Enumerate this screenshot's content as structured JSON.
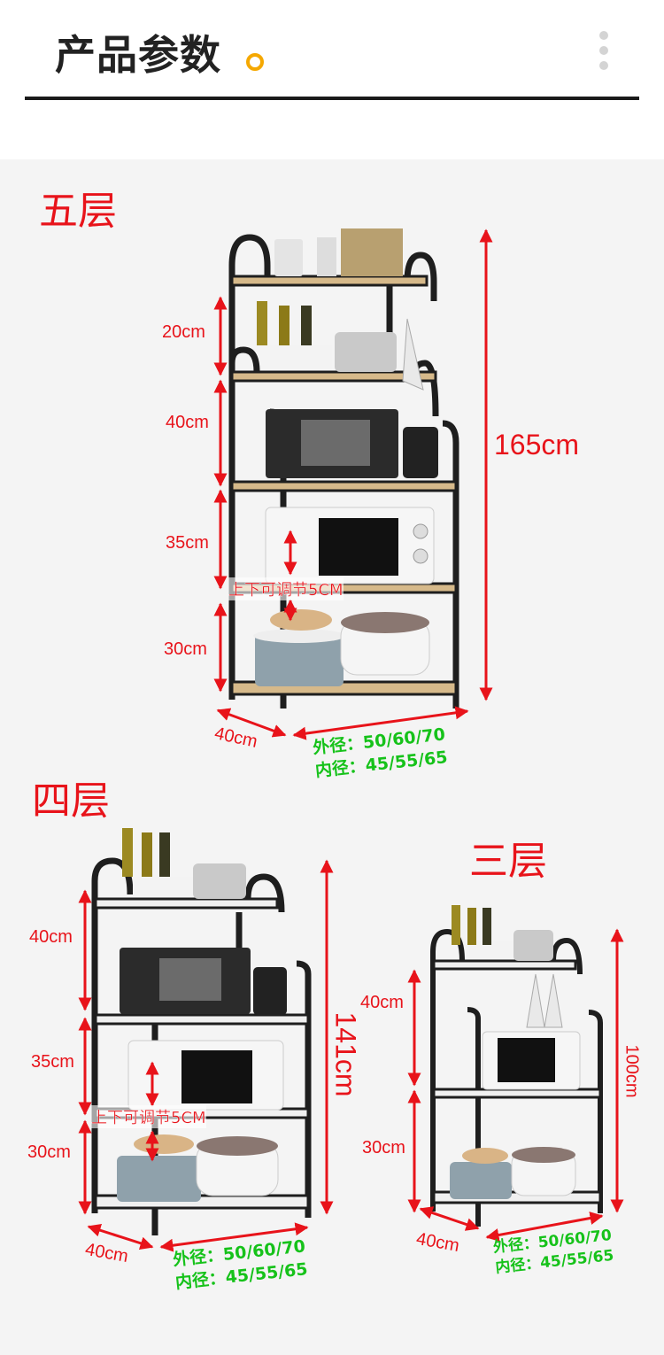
{
  "header": {
    "title": "产品参数",
    "menu_icon": "vertical-dots-icon"
  },
  "colors": {
    "accent": "#f5a800",
    "dimension": "#e8131a",
    "size_text": "#16c21a",
    "background": "#f4f4f4"
  },
  "five_tier": {
    "label": "五层",
    "heights": [
      "20cm",
      "40cm",
      "35cm",
      "30cm"
    ],
    "total_height": "165cm",
    "adjustable_note": "上下可调节5CM",
    "depth": "40cm",
    "outer_width": "外径：50/60/70",
    "inner_width": "内径：45/55/65"
  },
  "four_tier": {
    "label": "四层",
    "heights": [
      "40cm",
      "35cm",
      "30cm"
    ],
    "total_height": "141cm",
    "adjustable_note": "上下可调节5CM",
    "depth": "40cm",
    "outer_width": "外径：50/60/70",
    "inner_width": "内径：45/55/65"
  },
  "three_tier": {
    "label": "三层",
    "heights": [
      "40cm",
      "30cm"
    ],
    "total_height": "100cm",
    "depth": "40cm",
    "outer_width": "外径：50/60/70",
    "inner_width": "内径：45/55/65"
  }
}
